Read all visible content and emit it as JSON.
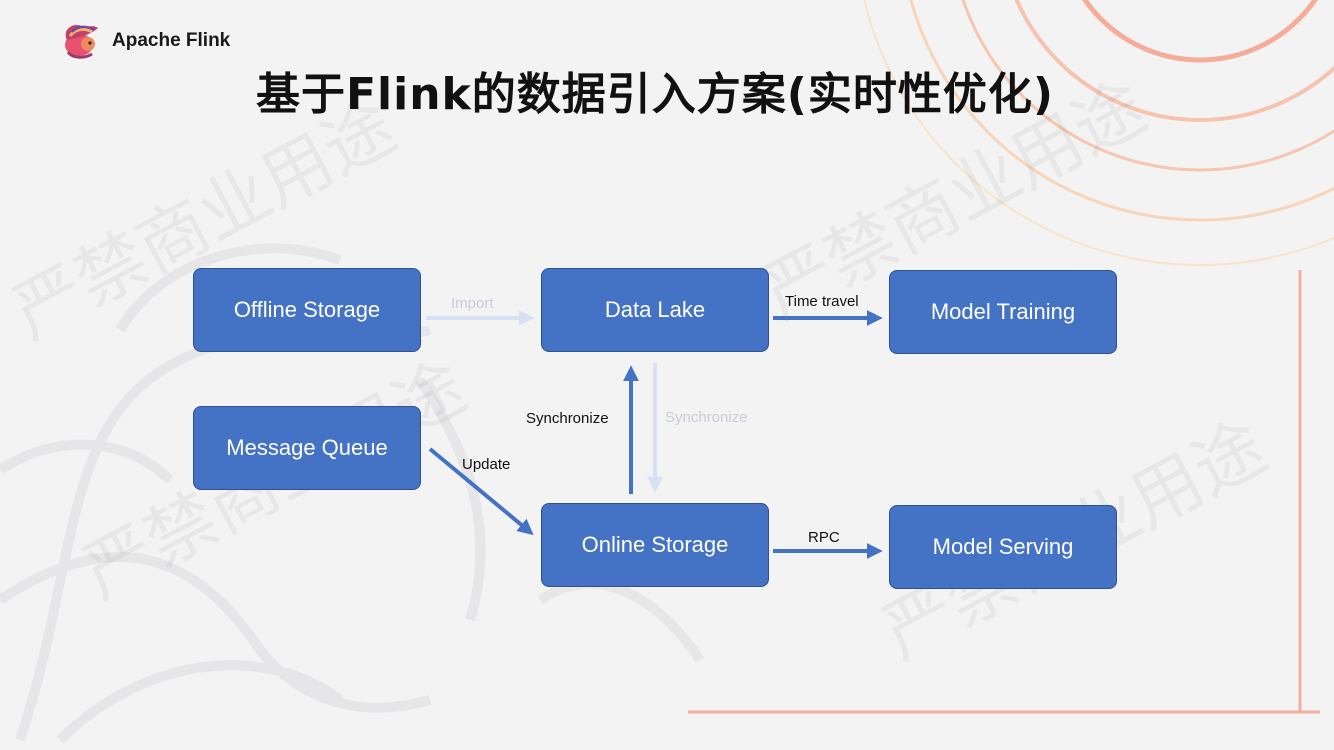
{
  "header": {
    "logo_text": "Apache Flink"
  },
  "title": "基于Flink的数据引入方案(实时性优化)",
  "watermark": "严禁商业用途",
  "nodes": {
    "offline_storage": "Offline Storage",
    "data_lake": "Data Lake",
    "model_training": "Model Training",
    "message_queue": "Message Queue",
    "online_storage": "Online Storage",
    "model_serving": "Model Serving"
  },
  "edges": {
    "import": "Import",
    "time_travel": "Time travel",
    "synchronize_up": "Synchronize",
    "synchronize_down": "Synchronize",
    "update": "Update",
    "rpc": "RPC"
  },
  "colors": {
    "node_fill": "#4472c4",
    "arrow": "#4472c4",
    "arrow_faded": "#d7e1f3",
    "accent_ring": "#f39b7f"
  }
}
